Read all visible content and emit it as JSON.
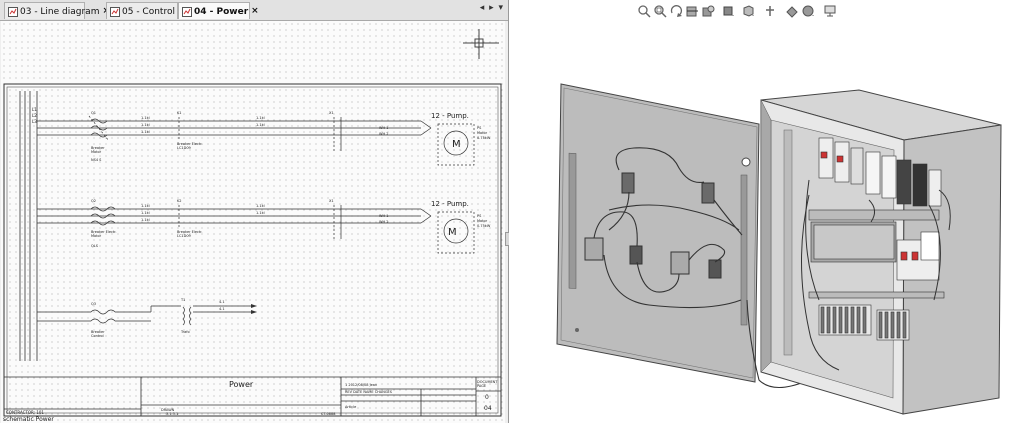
{
  "tabs": [
    {
      "label": "03 - Line diagram",
      "active": false,
      "icon": "diagram-page-icon"
    },
    {
      "label": "05 - Control",
      "active": false,
      "icon": "diagram-page-icon"
    },
    {
      "label": "04 - Power",
      "active": true,
      "icon": "diagram-page-icon"
    }
  ],
  "tab_close_glyph": "×",
  "tab_nav_glyphs": "◂ ▸ ▾",
  "schematic": {
    "motor1_label": "12 - Pump.",
    "motor2_label": "12 - Pump.",
    "motor_symbol": "M",
    "title_block_title": "Power",
    "page_number": "04",
    "page_zero": "0",
    "contractor_label": "CONTRACTOR: 101",
    "footer_text": "schematic Power"
  },
  "toolbar_icons": [
    "zoom-icon",
    "zoom-area-icon",
    "rotate-view-icon",
    "section-view-icon",
    "hide-show-icon",
    "display-style-icon",
    "view-orientation-icon",
    "lighting-icon",
    "scene-icon",
    "render-icon",
    "monitor-icon"
  ],
  "colors": {
    "cabinet_body": "#cfcfcf",
    "door": "#bdbdbd",
    "wire": "#333333"
  }
}
